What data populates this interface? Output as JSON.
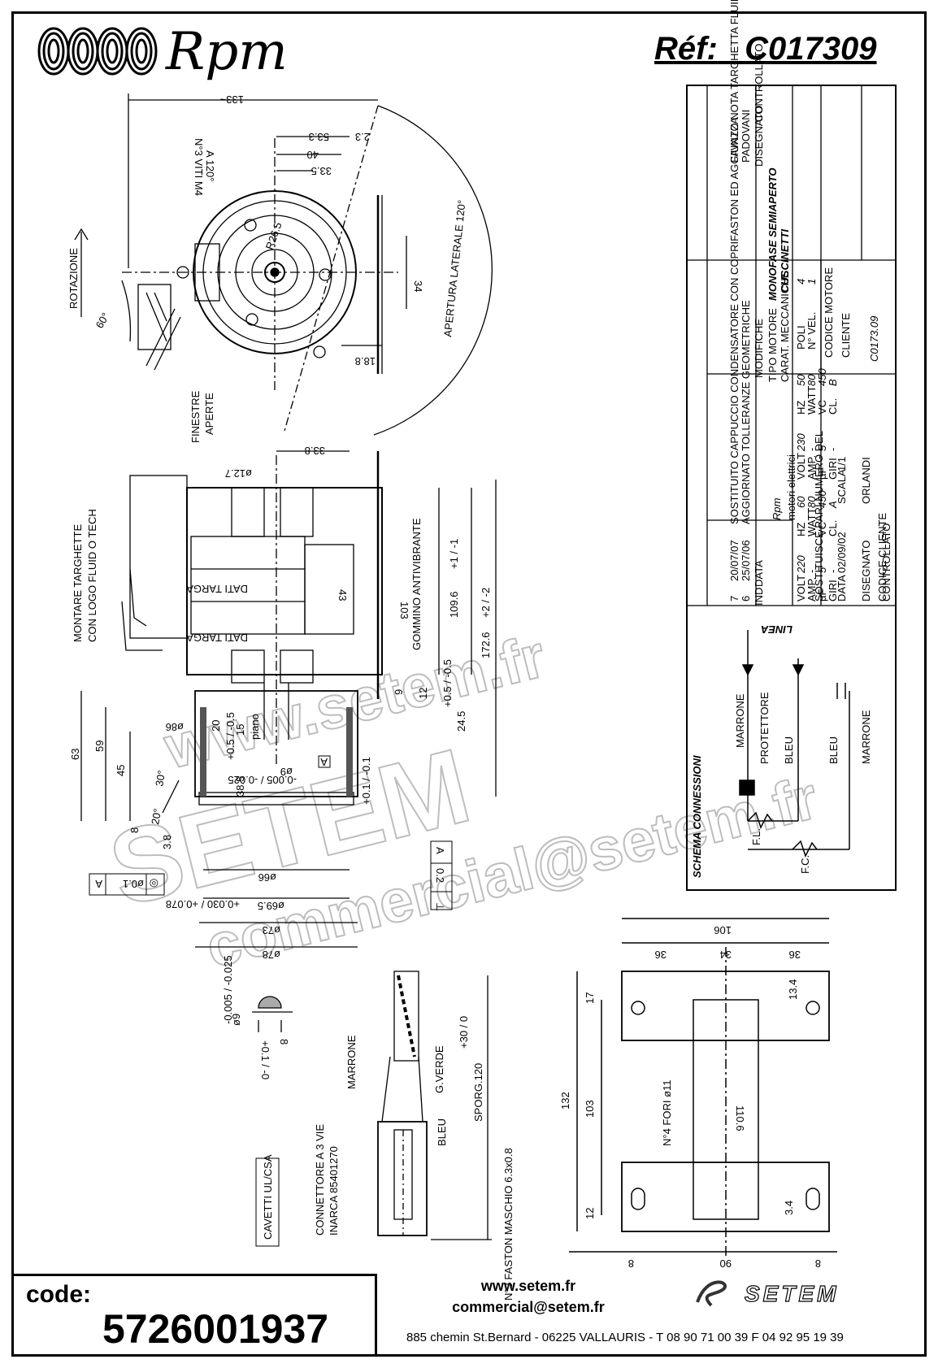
{
  "header": {
    "brand": "Rpm",
    "reference_label": "Réf:",
    "reference_value": "C017309"
  },
  "drawing": {
    "top_view": {
      "overall_width": "133~",
      "dim_53_3": "53.3",
      "dim_2_3": "2.3",
      "dim_40": "40",
      "dim_33_5": "33.5",
      "screws_note": "N°3 VITI M4",
      "screws_angle": "A 120°",
      "radius": "R26.5",
      "height_34": "34",
      "dim_18_8": "18.8",
      "rotation_label": "ROTAZIONE",
      "angle_60": "60°",
      "lateral_opening": "APERTURA LATERALE 120°"
    },
    "side_view": {
      "windows_line1": "FINESTRE",
      "windows_line2": "APERTE",
      "nameplate_line1": "MONTARE TARGHETTE",
      "nameplate_line2": "CON LOGO FLUID O TECH",
      "dim_33_8": "33.8",
      "dim_12_7": "ø12.7",
      "plate_data_1": "DATI TARGA",
      "plate_data_2": "DATI TARGA",
      "dim_43": "43",
      "dim_103": "103",
      "rubber": "GOMMINO ANTIVIBRANTE",
      "dim_109_6": "109.6",
      "tol_109_6": "+1 / -1",
      "dim_172_6": "172.6",
      "tol_172_6": "+2 / -2",
      "dim_9": "9",
      "dim_12": "12",
      "dim_24_5": "24.5",
      "tol_24_5": "+0.5 / -0.5",
      "dim_63": "63",
      "dim_59": "59",
      "dim_45": "45",
      "dim_8": "8",
      "dim_3_8": "3.8",
      "dim_20": "20",
      "dim_15": "15",
      "piano": "piano",
      "dim_38_5": "38.5",
      "tol_38_5": "+0.5 / -0.5",
      "shaft": "ø9",
      "shaft_tol": "-0.005 / -0.025",
      "datum_a": "A",
      "angle_30": "30°",
      "angle_20": "20°",
      "dim_86": "ø86",
      "dim_66": "ø66",
      "dim_69_5": "ø69.5",
      "tol_69_5": "+0.030 / +0.078",
      "dim_73": "ø73",
      "dim_78": "ø78",
      "tol_0_1": "+0.1 / -0.1",
      "perpendicularity": [
        "⊥",
        "0.2",
        "A"
      ],
      "concentricity": [
        "◎",
        "ø0.1",
        "A"
      ]
    },
    "shaft_detail": {
      "diameter": "ø9",
      "tol": "-0.005 / -0.025",
      "dim_8": "8",
      "tol_8": "+0.1 / -0"
    },
    "connector": {
      "marrone": "MARRONE",
      "g_verde": "G.VERDE",
      "bleu": "BLEU",
      "sporg": "SPORG.120",
      "sporg_tol": "+30 / 0",
      "faston": "N°3 FASTON MASCHIO 6.3x0.8",
      "connector_line1": "CONNETTORE A 3 VIE",
      "connector_line2": "INARCA 85401270",
      "cables": "CAVETTI UL/CSA"
    },
    "bracket": {
      "overall": "106",
      "dim_36_left": "36",
      "dim_34": "34",
      "dim_36_right": "36",
      "dim_17": "17",
      "dim_13_4": "13.4",
      "dim_132": "132",
      "dim_103": "103",
      "dim_110_6": "110.6",
      "holes": "N°4 FORI ø11",
      "dim_12": "12",
      "dim_3_4": "3.4",
      "dim_8_left": "8",
      "dim_90": "90",
      "dim_8_right": "8"
    }
  },
  "title_block": {
    "revisions": [
      {
        "ind": "7",
        "date": "20/07/07",
        "text": "SOSTITUITO CAPPUCCIO CONDENSATORE CON COPRIFASTON ED AGGIUNTO NOTA TARGHETTA FLUID O TECH",
        "by": "FAVAZZA"
      },
      {
        "ind": "6",
        "date": "25/07/06",
        "text": "AGGIORNATO TOLLERANZE GEOMETRICHE",
        "by": "PADOVANI"
      }
    ],
    "col_ind": "IND",
    "col_data": "DATA",
    "col_modifiche": "MODIFICHE",
    "col_disegnato": "DISEGNATO",
    "col_controllato": "CONTROLLATO",
    "tipo_motore_label": "TIPO MOTORE",
    "tipo_motore": "MONOFASE SEMIAPERTO",
    "carat_label": "CARAT. MECCANICHE",
    "carat": "CUSCINETTI",
    "spec_rows": [
      [
        "VOLT",
        "220",
        "HZ",
        "60",
        "VOLT",
        "230",
        "HZ",
        "50"
      ],
      [
        "AMP.",
        "-",
        "WATT",
        "80",
        "AMP.",
        "-",
        "WATT",
        "80"
      ],
      [
        "µF",
        "5",
        "VC",
        "450",
        "µF",
        "5",
        "VC",
        "450"
      ],
      [
        "GIRI",
        "-",
        "CL.",
        "A",
        "GIRI",
        "-",
        "CL.",
        "B"
      ]
    ],
    "poli_label": "POLI",
    "poli": "4",
    "vel_label": "N° VEL.",
    "vel": "1",
    "cliente_label": "CLIENTE",
    "codice_motore_label": "CODICE MOTORE",
    "codice_motore": "C0173.09",
    "codice_cliente_label": "CODICE CLIENTE",
    "brand": "Rpm",
    "brand_sub": "motori elettrici",
    "sostituisce": "SOSTITUISCE PARI NUMERO DEL",
    "sostituisce_val": "-",
    "data_label": "DATA",
    "data": "02/09/02",
    "scala_label": "SCALA",
    "scala": "1/1",
    "disegnato_label": "DISEGNATO",
    "disegnato": "ORLANDI",
    "controllato_label": "CONTROLLATO"
  },
  "schema": {
    "title": "SCHEMA CONNESSIONI",
    "linea": "LINEA",
    "marrone_1": "MARRONE",
    "protettore": "PROTETTORE",
    "bleu_1": "BLEU",
    "bleu_2": "BLEU",
    "marrone_2": "MARRONE",
    "fl": "F.L.",
    "fc": "F.C."
  },
  "watermark": {
    "site": "www.setem.fr",
    "brand": "SETEM",
    "email": "commercial@setem.fr"
  },
  "footer": {
    "code_label": "code:",
    "code_value": "5726001937",
    "website": "www.setem.fr",
    "email": "commercial@setem.fr",
    "brand": "SETEM",
    "address": "885 chemin St.Bernard  -  06225 VALLAURIS  -  T 08 90 71 00 39   F 04 92 95 19 39"
  }
}
